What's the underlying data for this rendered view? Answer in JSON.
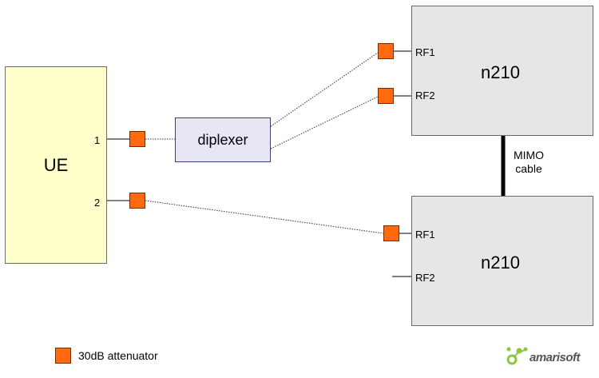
{
  "ue": {
    "label": "UE",
    "port1": "1",
    "port2": "2"
  },
  "diplexer": {
    "label": "diplexer"
  },
  "n210_top": {
    "label": "n210",
    "rf1": "RF1",
    "rf2": "RF2"
  },
  "n210_bottom": {
    "label": "n210",
    "rf1": "RF1",
    "rf2": "RF2"
  },
  "mimo_cable": {
    "line1": "MIMO",
    "line2": "cable"
  },
  "legend": {
    "attenuator": "30dB attenuator"
  },
  "logo": {
    "text": "amarisoft"
  },
  "colors": {
    "attenuator": "#ff6a10",
    "ue_fill": "#ffffcc",
    "diplexer_fill": "#e6e6f5",
    "n210_fill": "#e6e6e6",
    "logo_green": "#8cc63f"
  }
}
